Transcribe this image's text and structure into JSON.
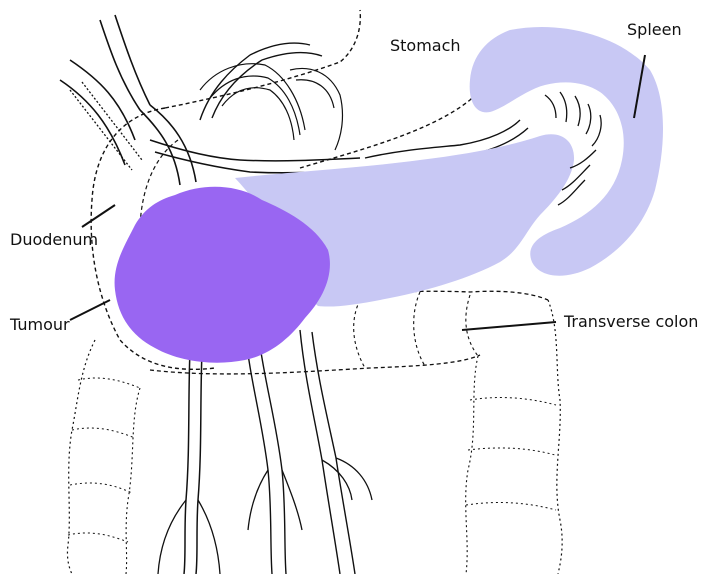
{
  "labels": {
    "stomach": "Stomach",
    "spleen": "Spleen",
    "duodenum": "Duodenum",
    "tumour": "Tumour",
    "transverse_colon": "Transverse colon"
  },
  "colors": {
    "pancreas_fill": "#c8c8f4",
    "tumour_fill": "#9966f2",
    "line": "#111111",
    "background": "#ffffff"
  }
}
